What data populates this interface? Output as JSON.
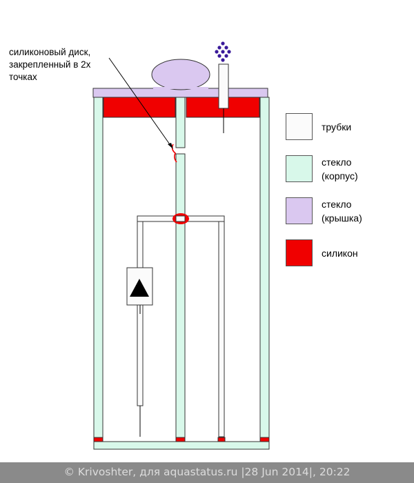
{
  "callout": {
    "lines": [
      "силиконовый диск,",
      "закрепленный в 2х",
      "точках"
    ]
  },
  "legend": [
    {
      "label": [
        "трубки"
      ],
      "color": "#fbfbfb"
    },
    {
      "label": [
        "стекло",
        "(корпус)"
      ],
      "color": "#d8f8ea"
    },
    {
      "label": [
        "стекло",
        "(крышка)"
      ],
      "color": "#dac8f0"
    },
    {
      "label": [
        "силикон"
      ],
      "color": "#f00000"
    }
  ],
  "colors": {
    "glass_body": "#d8f8ea",
    "glass_lid": "#dac8f0",
    "silicone": "#f00000",
    "tube": "#fbfbfb",
    "outline": "#333333",
    "air_bubbles": "#3a1a9a"
  },
  "icons": {
    "pump": "triangle-up-icon",
    "air_bubbles": "bubbles-icon"
  },
  "footer": {
    "text": "© Krivoshter, для aquastatus.ru |28 Jun 2014|, 20:22"
  }
}
